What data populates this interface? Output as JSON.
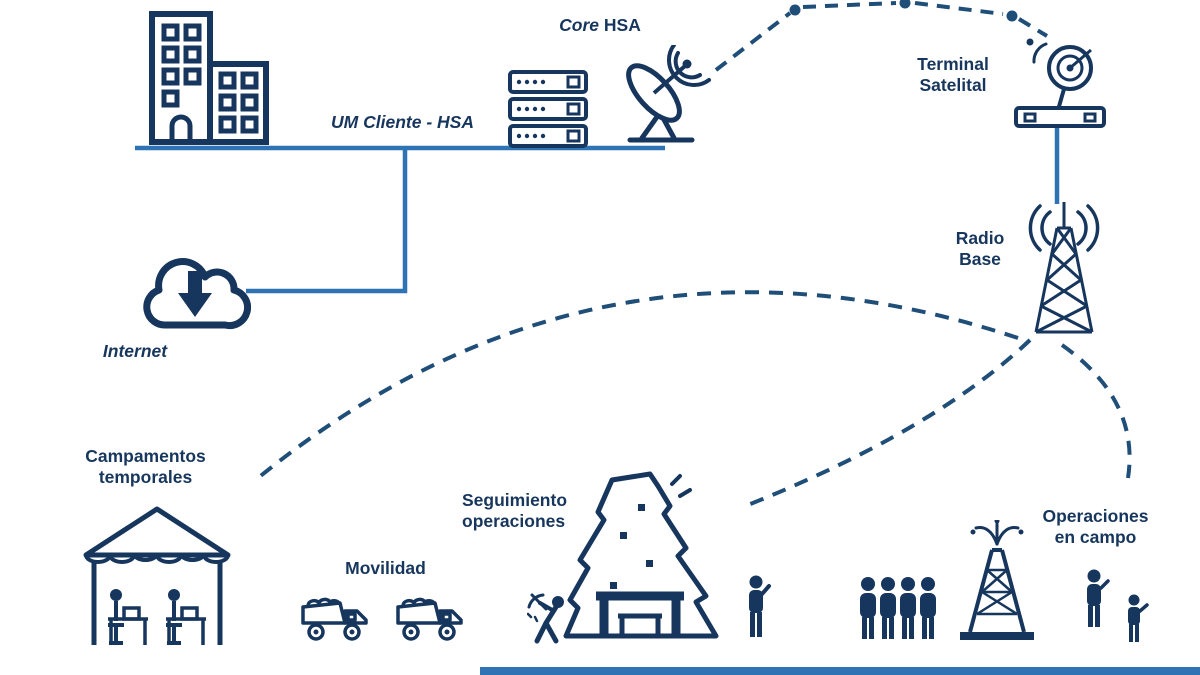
{
  "diagram": {
    "type": "network-topology",
    "colors": {
      "ink": "#17365d",
      "solid_line": "#2e74b5",
      "dashed_line": "#1f4e79"
    },
    "nodes": {
      "um_cliente": {
        "label": "UM Cliente - HSA"
      },
      "core": {
        "name_italic": "Core",
        "name_rest": " HSA"
      },
      "terminal_satelital": {
        "line1": "Terminal",
        "line2": "Satelital"
      },
      "radio_base": {
        "line1": "Radio",
        "line2": "Base"
      },
      "internet": {
        "label": "Internet"
      },
      "campamentos": {
        "line1": "Campamentos",
        "line2": "temporales"
      },
      "movilidad": {
        "label": "Movilidad"
      },
      "seguimiento": {
        "line1": "Seguimiento",
        "line2": "operaciones"
      },
      "operaciones_campo": {
        "line1": "Operaciones",
        "line2": "en campo"
      }
    }
  }
}
